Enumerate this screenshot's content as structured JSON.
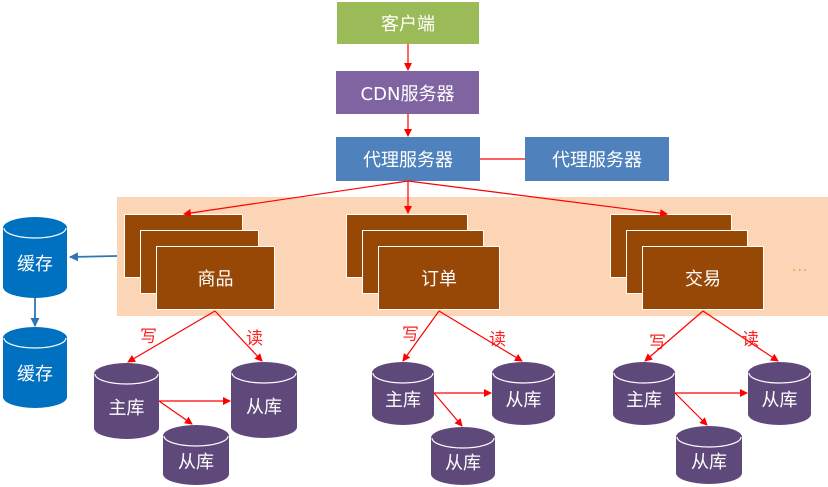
{
  "colors": {
    "client": "#9bbb59",
    "cdn": "#8064a2",
    "proxy": "#4f81bd",
    "service": "#974806",
    "band": "#fbd5b5",
    "db": "#5f497a",
    "cache": "#0070c0",
    "arrow_red": "#ff0000",
    "arrow_blue": "#2e75b6"
  },
  "top": {
    "client": "客户端",
    "cdn": "CDN服务器",
    "proxy_main": "代理服务器",
    "proxy_peer": "代理服务器"
  },
  "cache": {
    "primary": "缓存",
    "secondary": "缓存"
  },
  "services": [
    {
      "name": "商品",
      "write_label": "写",
      "read_label": "读",
      "master": "主库",
      "slave_read": "从库",
      "slave_sync": "从库"
    },
    {
      "name": "订单",
      "write_label": "写",
      "read_label": "读",
      "master": "主库",
      "slave_read": "从库",
      "slave_sync": "从库"
    },
    {
      "name": "交易",
      "write_label": "写",
      "read_label": "读",
      "master": "主库",
      "slave_read": "从库",
      "slave_sync": "从库"
    }
  ],
  "more_indicator": "..."
}
